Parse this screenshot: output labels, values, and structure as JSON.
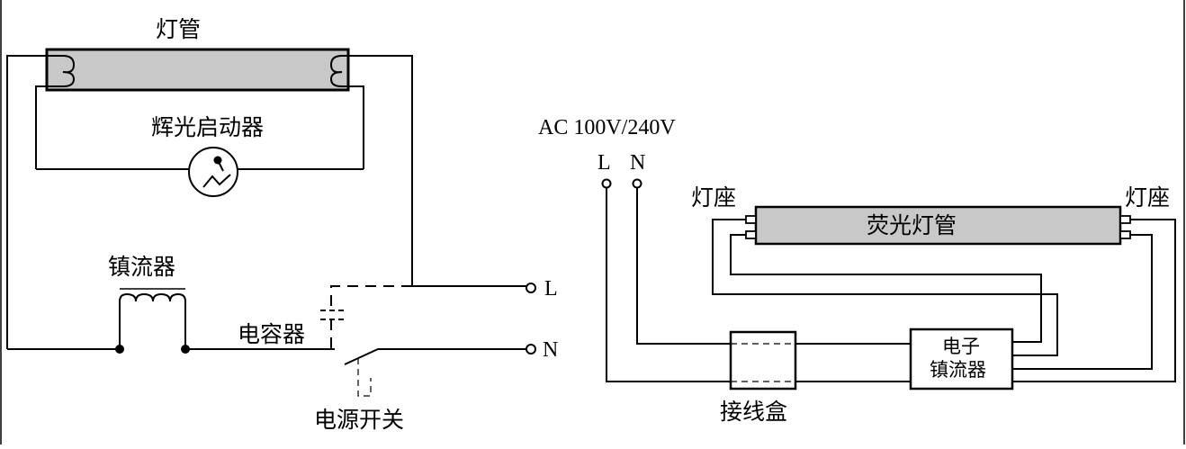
{
  "left_circuit": {
    "tube_label": "灯管",
    "starter_label": "辉光启动器",
    "ballast_label": "镇流器",
    "capacitor_label": "电容器",
    "switch_label": "电源开关",
    "terminal_l": "L",
    "terminal_n": "N"
  },
  "right_circuit": {
    "supply_label": "AC 100V/240V",
    "terminal_l": "L",
    "terminal_n": "N",
    "socket_left_label": "灯座",
    "socket_right_label": "灯座",
    "tube_label": "荧光灯管",
    "junction_box_label": "接线盒",
    "ballast_line1": "电子",
    "ballast_line2": "镇流器"
  },
  "colors": {
    "tube_fill": "#c8c8c8",
    "line": "#000000",
    "background": "#ffffff"
  }
}
